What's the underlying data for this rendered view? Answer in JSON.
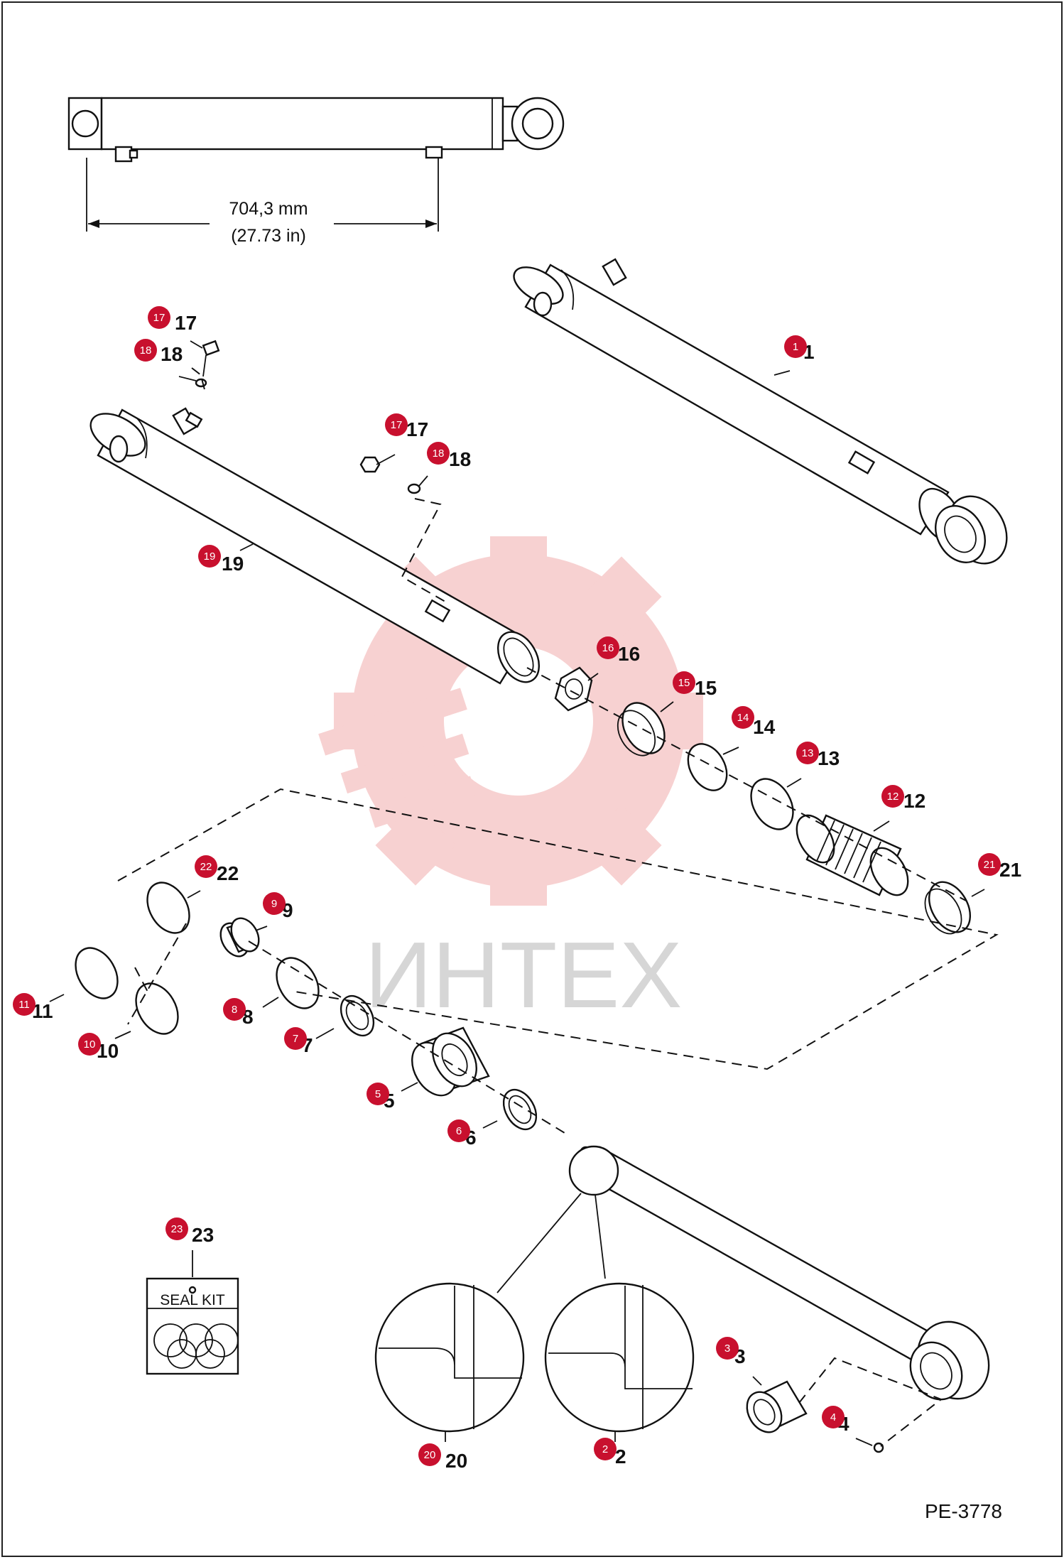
{
  "dimension": {
    "metric": "704,3 mm",
    "imperial": "(27.73 in)"
  },
  "watermark": {
    "text": "ИНТЕХ",
    "gear_color": "#f6c9c9",
    "text_color": "#d6d6d6"
  },
  "drawing_code": "PE-3778",
  "seal_kit_label": "SEAL KIT",
  "badge_color": "#c8102e",
  "callouts": [
    {
      "badge": "1",
      "number": "1"
    },
    {
      "badge": "17",
      "number": "17"
    },
    {
      "badge": "18",
      "number": "18"
    },
    {
      "badge": "17",
      "number": "17"
    },
    {
      "badge": "18",
      "number": "18"
    },
    {
      "badge": "19",
      "number": "19"
    },
    {
      "badge": "16",
      "number": "16"
    },
    {
      "badge": "15",
      "number": "15"
    },
    {
      "badge": "14",
      "number": "14"
    },
    {
      "badge": "13",
      "number": "13"
    },
    {
      "badge": "12",
      "number": "12"
    },
    {
      "badge": "21",
      "number": "21"
    },
    {
      "badge": "22",
      "number": "22"
    },
    {
      "badge": "9",
      "number": "9"
    },
    {
      "badge": "11",
      "number": "11"
    },
    {
      "badge": "8",
      "number": "8"
    },
    {
      "badge": "10",
      "number": "10"
    },
    {
      "badge": "7",
      "number": "7"
    },
    {
      "badge": "5",
      "number": "5"
    },
    {
      "badge": "6",
      "number": "6"
    },
    {
      "badge": "23",
      "number": "23"
    },
    {
      "badge": "3",
      "number": "3"
    },
    {
      "badge": "4",
      "number": "4"
    },
    {
      "badge": "20",
      "number": "20"
    },
    {
      "badge": "2",
      "number": "2"
    }
  ]
}
